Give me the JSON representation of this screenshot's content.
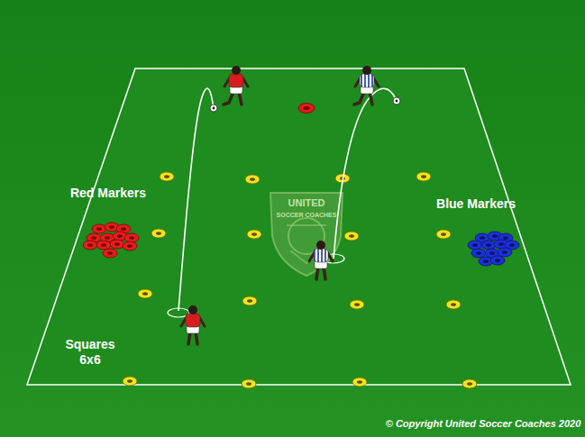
{
  "diagram": {
    "labels": [
      "Red Markers",
      "Blue Markers",
      "Squares 6x6",
      "UNITED",
      "SOCCER COACHES",
      "© Copyright United Soccer Coaches 2020"
    ]
  }
}
